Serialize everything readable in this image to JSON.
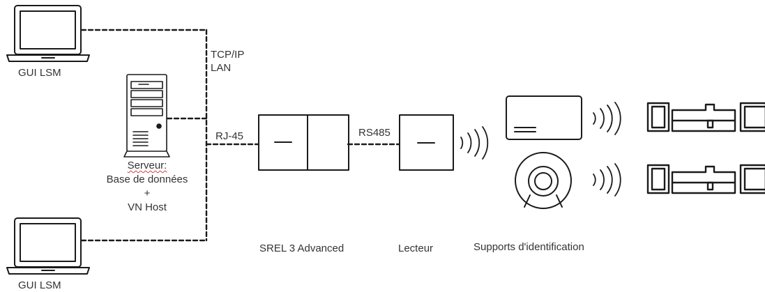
{
  "labels": {
    "gui_top": "GUI LSM",
    "gui_bottom": "GUI LSM",
    "tcpip": "TCP/IP",
    "lan": "LAN",
    "rj45": "RJ-45",
    "rs485": "RS485",
    "server_title": "Serveur:",
    "server_db": "Base de données",
    "server_plus": "+",
    "server_vn": "VN Host",
    "srel": "SREL 3 Advanced",
    "lecteur": "Lecteur",
    "supports": "Supports d'identification"
  },
  "colors": {
    "stroke": "#1a1a1a",
    "text": "#333333",
    "spellcheck": "#d04040"
  },
  "icons": [
    "laptop-icon",
    "server-tower-icon",
    "wireless-waves-icon",
    "badge-card-icon",
    "key-fob-icon",
    "lock-cylinder-icon"
  ]
}
